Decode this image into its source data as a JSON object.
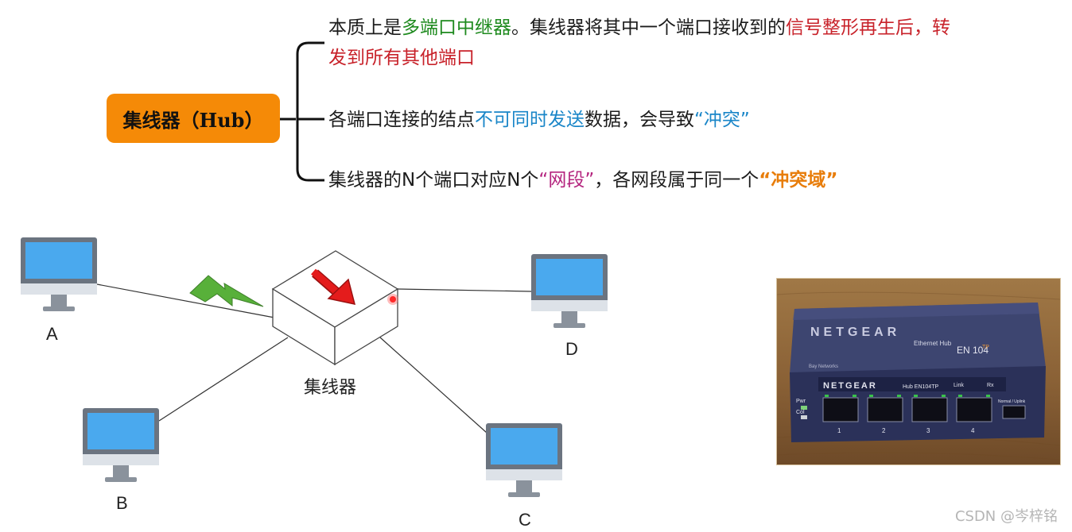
{
  "mindmap": {
    "root_label": "集线器（Hub）",
    "branch1": {
      "t1": "本质上是",
      "t2": "多端口中继器",
      "t3": "。集线器将其中一个端口接收到的",
      "t4": "信号整形再生后，转发到所有其他端口"
    },
    "branch2": {
      "t1": "各端口连接的结点",
      "t2": "不可同时发送",
      "t3": "数据，会导致",
      "t4": "“冲突”"
    },
    "branch3": {
      "t1": "集线器的N个端口对应N个",
      "t2": "“网段”",
      "t3": "，各网段属于同一个",
      "t4": "“冲突域”"
    }
  },
  "network": {
    "hub_label": "集线器",
    "hosts": [
      {
        "id": "A",
        "label": "A"
      },
      {
        "id": "B",
        "label": "B"
      },
      {
        "id": "C",
        "label": "C"
      },
      {
        "id": "D",
        "label": "D"
      }
    ],
    "colors": {
      "screen": "#4aa9ee",
      "monitor_frame": "#6b7480",
      "monitor_base": "#dde2e8",
      "lightning": "#58b03a",
      "arrow": "#e41c1c",
      "signal_dot": "#ff2a2a"
    }
  },
  "photo": {
    "brand_top": "NETGEAR",
    "model_line": "Ethernet Hub",
    "model_name": "EN 104",
    "model_suffix": "TP",
    "front_brand": "NETGEAR",
    "front_model": "Hub EN104TP",
    "bay_label": "Bay Networks",
    "link_label": "Link",
    "rx_label": "Rx",
    "pwr_label": "Pwr",
    "col_label": "Col",
    "uplink_label": "Normal / Uplink",
    "port_numbers": [
      "1",
      "2",
      "3",
      "4"
    ]
  },
  "watermark": "CSDN @岑梓铭"
}
